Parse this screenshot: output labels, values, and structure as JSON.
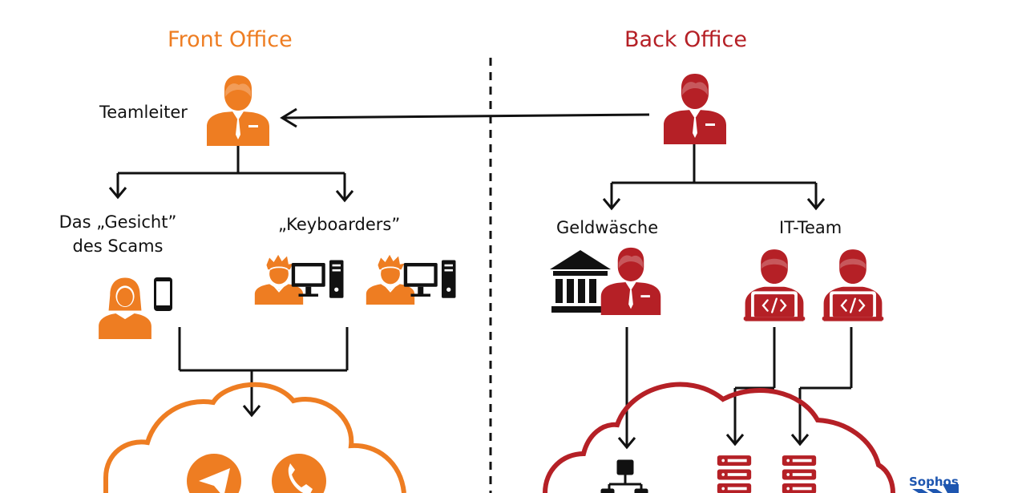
{
  "colors": {
    "front": "#ee7d22",
    "back": "#b52026",
    "line": "#111111",
    "brand": "#1e56b0"
  },
  "front_office": {
    "title": "Front Office",
    "teamleiter_label": "Teamleiter",
    "face_label_line1": "Das „Gesicht”",
    "face_label_line2": "des Scams",
    "keyboarders_label": "„Keyboarders”"
  },
  "back_office": {
    "title": "Back Office",
    "laundering_label": "Geldwäsche",
    "it_team_label": "IT-Team"
  },
  "brand": "Sophos",
  "icons": [
    "person-icon",
    "smartphone-icon",
    "computer-icon",
    "bank-icon",
    "coder-icon",
    "cloud-icon",
    "telegram-icon",
    "phone-icon",
    "server-icon",
    "network-icon"
  ]
}
